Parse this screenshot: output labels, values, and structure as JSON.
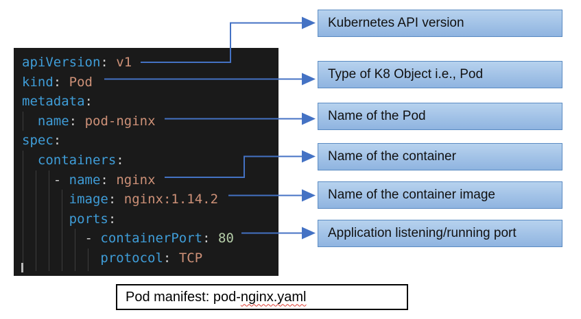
{
  "editor": {
    "language": "yaml",
    "code_lines": [
      {
        "indent": 0,
        "dash": false,
        "key": "apiVersion",
        "value": "v1",
        "value_type": "string"
      },
      {
        "indent": 0,
        "dash": false,
        "key": "kind",
        "value": "Pod",
        "value_type": "string"
      },
      {
        "indent": 0,
        "dash": false,
        "key": "metadata",
        "value": "",
        "value_type": "none"
      },
      {
        "indent": 2,
        "dash": false,
        "key": "name",
        "value": "pod-nginx",
        "value_type": "string"
      },
      {
        "indent": 0,
        "dash": false,
        "key": "spec",
        "value": "",
        "value_type": "none"
      },
      {
        "indent": 2,
        "dash": false,
        "key": "containers",
        "value": "",
        "value_type": "none"
      },
      {
        "indent": 4,
        "dash": true,
        "key": "name",
        "value": "nginx",
        "value_type": "string"
      },
      {
        "indent": 6,
        "dash": false,
        "key": "image",
        "value": "nginx:1.14.2",
        "value_type": "string"
      },
      {
        "indent": 6,
        "dash": false,
        "key": "ports",
        "value": "",
        "value_type": "none"
      },
      {
        "indent": 8,
        "dash": true,
        "key": "containerPort",
        "value": "80",
        "value_type": "number"
      },
      {
        "indent": 10,
        "dash": false,
        "key": "protocol",
        "value": "TCP",
        "value_type": "string"
      }
    ]
  },
  "callouts": [
    {
      "label": "Kubernetes API version"
    },
    {
      "label": "Type of K8 Object i.e., Pod"
    },
    {
      "label": "Name of the Pod"
    },
    {
      "label": "Name of the container"
    },
    {
      "label": "Name of the container image"
    },
    {
      "label": "Application listening/running port"
    }
  ],
  "connectors": [
    {
      "from": "apiVersion",
      "to": "Kubernetes API version",
      "shape": "elbow-up"
    },
    {
      "from": "kind",
      "to": "Type of K8 Object i.e., Pod",
      "shape": "straight"
    },
    {
      "from": "metadata.name",
      "to": "Name of the Pod",
      "shape": "straight"
    },
    {
      "from": "containers[0].name",
      "to": "Name of the container",
      "shape": "elbow-up"
    },
    {
      "from": "containers[0].image",
      "to": "Name of the container image",
      "shape": "straight"
    },
    {
      "from": "ports[0].containerPort",
      "to": "Application listening/running port",
      "shape": "straight"
    }
  ],
  "caption": {
    "plain_part": "Pod manifest: pod-",
    "squiggle_part": "nginx.yaml"
  },
  "colors": {
    "key": "#3f9dd8",
    "string_value": "#ce9178",
    "number_value": "#b5cea8",
    "punctuation": "#cfcfcf",
    "editor_background": "#1a1a1a",
    "box_border": "#5a8ac2",
    "box_fill_top": "#b7d2ee",
    "box_fill_bottom": "#8fb4e0",
    "arrow": "#4472c4",
    "squiggle": "#e03c31"
  }
}
